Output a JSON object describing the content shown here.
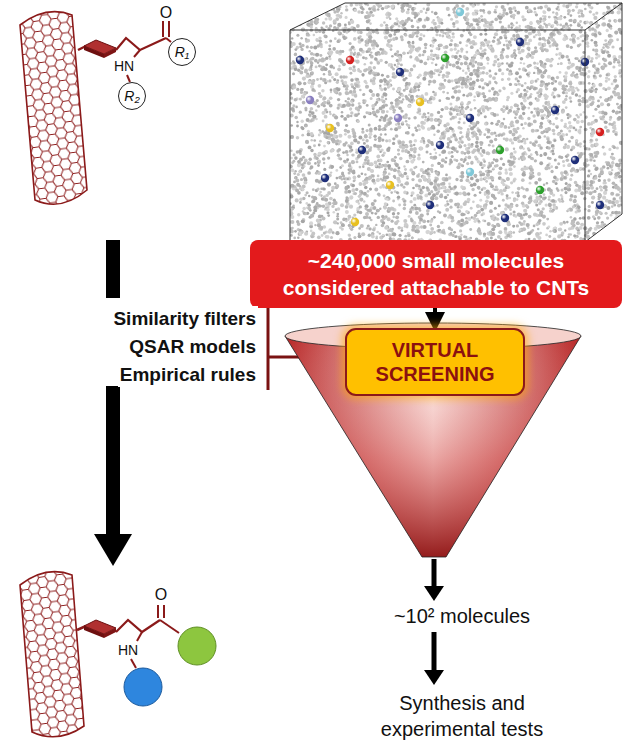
{
  "diagram": {
    "nodes": [
      {
        "text": [
          "R₁"
        ]
      },
      {
        "text": [
          "R₂"
        ]
      },
      {
        "text": [
          "~240,000 small molecules considered attachable to CNTs"
        ]
      },
      {
        "text": [
          "VIRTUAL SCREENING"
        ]
      }
    ],
    "edges": [
      {
        "from": 2,
        "to": 3,
        "arrow": "to"
      }
    ],
    "labels": [
      "O",
      "HN",
      "Similarity filters",
      "QSAR models",
      "Empirical rules",
      "~10² molecules",
      "Synthesis and experimental tests",
      "O",
      "HN"
    ]
  }
}
